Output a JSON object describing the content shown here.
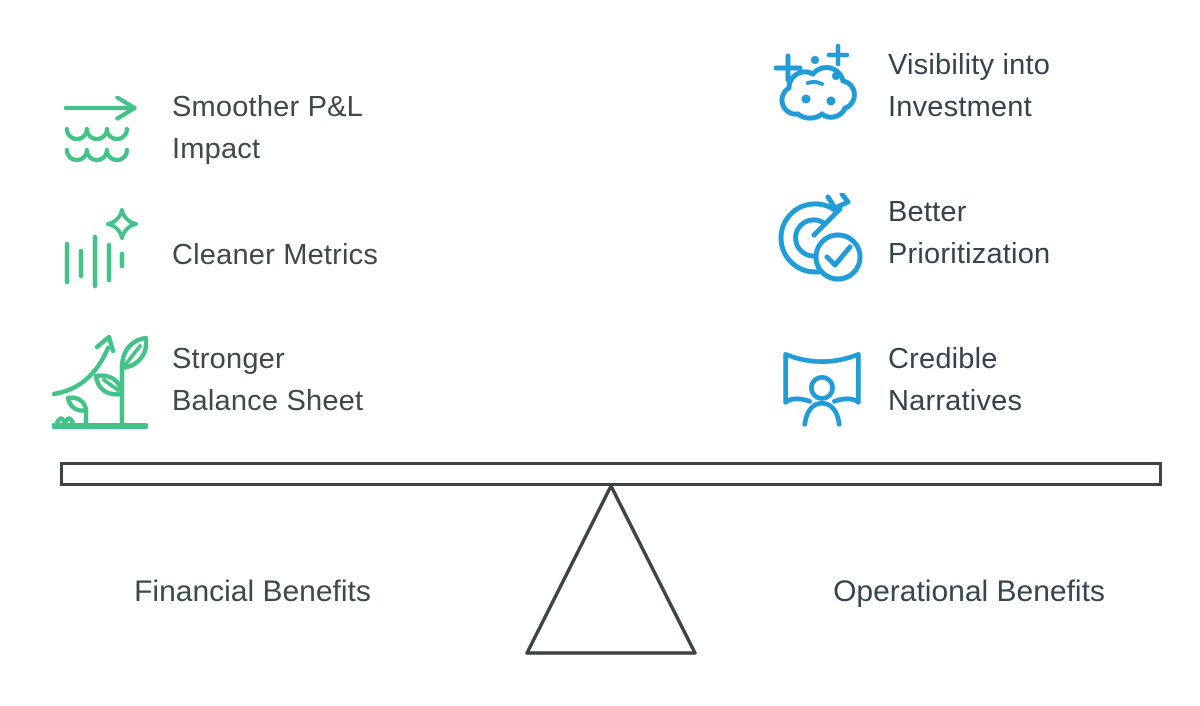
{
  "palette": {
    "green_icon": "#44c389",
    "blue_icon": "#219cd7",
    "beam_outline": "#3e4347",
    "left_text": "#3e4a44",
    "right_text": "#36434c"
  },
  "left_column": {
    "items": [
      {
        "icon": "arrow-over-waves-icon",
        "line1": "Smoother P&L",
        "line2": "Impact"
      },
      {
        "icon": "bars-sparkle-icon",
        "line1": "Cleaner Metrics",
        "line2": ""
      },
      {
        "icon": "plant-growth-icon",
        "line1": "Stronger",
        "line2": "Balance Sheet"
      }
    ]
  },
  "right_column": {
    "items": [
      {
        "icon": "cloud-sparkles-icon",
        "line1": "Visibility into",
        "line2": "Investment"
      },
      {
        "icon": "target-dart-check-icon",
        "line1": "Better",
        "line2": "Prioritization"
      },
      {
        "icon": "panorama-person-icon",
        "line1": "Credible",
        "line2": "Narratives"
      }
    ]
  },
  "balance": {
    "left_label": "Financial Benefits",
    "right_label": "Operational Benefits"
  }
}
